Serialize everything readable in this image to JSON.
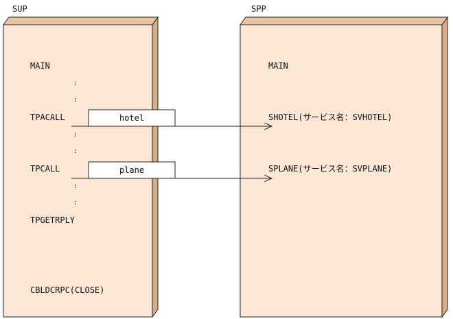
{
  "sup": {
    "title": "SUP",
    "main": "MAIN",
    "tpacall": "TPACALL",
    "tpcall": "TPCALL",
    "tpgetrply": "TPGETRPLY",
    "close": "CBLDCRPC(CLOSE)",
    "continuation_dot": ":"
  },
  "spp": {
    "title": "SPP",
    "main": "MAIN",
    "shotel": "SHOTEL(サービス名：SVHOTEL)",
    "splane": "SPLANE(サービス名：SVPLANE)"
  },
  "messages": {
    "hotel": "hotel",
    "plane": "plane"
  },
  "colors": {
    "box_fill": "#fbe7d6",
    "box_side": "#d9ab86",
    "stroke": "#222222"
  }
}
